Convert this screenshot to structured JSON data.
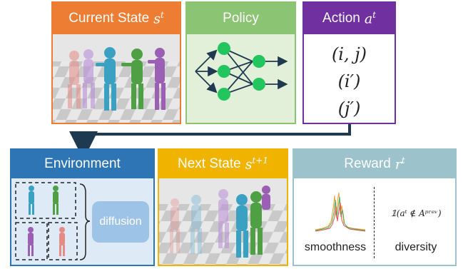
{
  "current_state": {
    "title": "Current State",
    "symbol": "s",
    "sup": "t"
  },
  "policy": {
    "title": "Policy"
  },
  "action": {
    "title": "Action",
    "symbol": "a",
    "sup": "t",
    "lines": [
      "(i, j)",
      "(i′)",
      "(j′)"
    ]
  },
  "environment": {
    "title": "Environment",
    "diffusion_label": "diffusion"
  },
  "next_state": {
    "title": "Next State",
    "symbol": "s",
    "sup": "t+1"
  },
  "reward": {
    "title": "Reward",
    "symbol": "r",
    "sup": "t",
    "smoothness_label": "smoothness",
    "diversity_label": "diversity",
    "diversity_formula": "𝟙(aᵗ ∉ Aᵖʳᵉᵛ)"
  },
  "colors": {
    "orange": "#ec7d33",
    "green": "#8bc473",
    "purple": "#7030a0",
    "blue": "#2e75b6",
    "gold": "#f0b400",
    "teal": "#9cc3cc",
    "arrow": "#1f3a50",
    "node": "#22c55e"
  }
}
